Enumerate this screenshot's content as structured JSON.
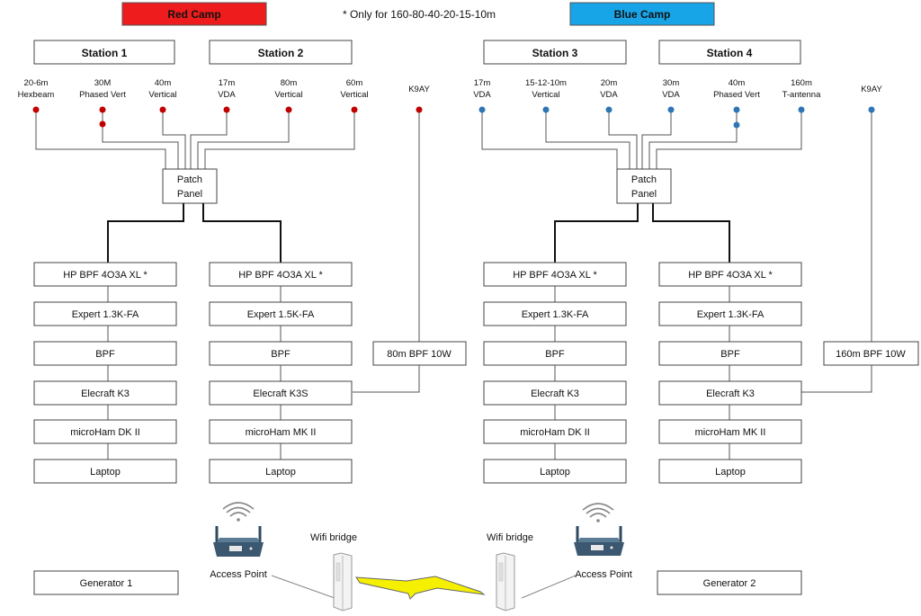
{
  "camps": {
    "red": {
      "label": "Red Camp",
      "color": "#ee1c1c"
    },
    "blue": {
      "label": "Blue Camp",
      "color": "#18a5e8"
    }
  },
  "note": "* Only for 160-80-40-20-15-10m",
  "stations": [
    "Station 1",
    "Station 2",
    "Station 3",
    "Station 4"
  ],
  "dot_colors": {
    "red": "#c00000",
    "blue": "#2e75b6"
  },
  "antennas_red": [
    {
      "line1": "20-6m",
      "line2": "Hexbeam"
    },
    {
      "line1": "30M",
      "line2": "Phased Vert"
    },
    {
      "line1": "40m",
      "line2": "Vertical"
    },
    {
      "line1": "17m",
      "line2": "VDA"
    },
    {
      "line1": "80m",
      "line2": "Vertical"
    },
    {
      "line1": "60m",
      "line2": "Vertical"
    },
    {
      "line1": "K9AY",
      "line2": ""
    }
  ],
  "antennas_blue": [
    {
      "line1": "17m",
      "line2": "VDA"
    },
    {
      "line1": "15-12-10m",
      "line2": "Vertical"
    },
    {
      "line1": "20m",
      "line2": "VDA"
    },
    {
      "line1": "30m",
      "line2": "VDA"
    },
    {
      "line1": "40m",
      "line2": "Phased Vert"
    },
    {
      "line1": "160m",
      "line2": "T-antenna"
    },
    {
      "line1": "K9AY",
      "line2": ""
    }
  ],
  "patch_panel": {
    "line1": "Patch",
    "line2": "Panel"
  },
  "chains": [
    [
      "HP BPF 4O3A XL *",
      "Expert 1.3K-FA",
      "BPF",
      "Elecraft K3",
      "microHam DK II",
      "Laptop"
    ],
    [
      "HP BPF 4O3A XL *",
      "Expert 1.5K-FA",
      "BPF",
      "Elecraft K3S",
      "microHam MK II",
      "Laptop"
    ],
    [
      "HP BPF 4O3A XL *",
      "Expert 1.3K-FA",
      "BPF",
      "Elecraft K3",
      "microHam DK II",
      "Laptop"
    ],
    [
      "HP BPF 4O3A XL *",
      "Expert 1.3K-FA",
      "BPF",
      "Elecraft K3",
      "microHam MK II",
      "Laptop"
    ]
  ],
  "rx_filters": [
    "80m BPF 10W",
    "160m BPF 10W"
  ],
  "generators": [
    "Generator 1",
    "Generator 2"
  ],
  "network": {
    "access_point": "Access Point",
    "wifi_bridge": "Wifi bridge"
  }
}
